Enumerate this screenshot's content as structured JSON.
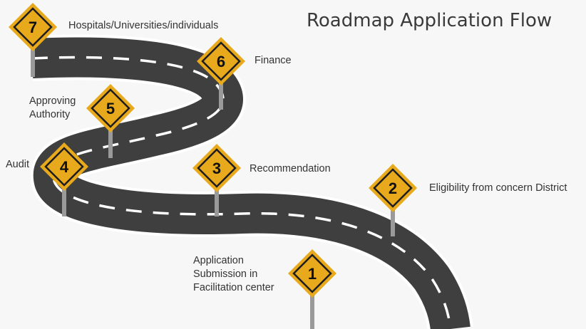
{
  "title": "Roadmap Application Flow",
  "colors": {
    "road": "#3f3f3f",
    "road_edge": "#ffffff",
    "sign_fill": "#e8a91c",
    "sign_border": "#1e1e1e",
    "pole": "#9a9a9a",
    "background": "#f7f7f7"
  },
  "steps": [
    {
      "number": "1",
      "label": "Application\nSubmission in\nFacilitation center"
    },
    {
      "number": "2",
      "label": "Eligibility from concern District"
    },
    {
      "number": "3",
      "label": "Recommendation"
    },
    {
      "number": "4",
      "label": "Audit"
    },
    {
      "number": "5",
      "label": "Approving\nAuthority"
    },
    {
      "number": "6",
      "label": "Finance"
    },
    {
      "number": "7",
      "label": "Hospitals/Universities/individuals"
    }
  ]
}
